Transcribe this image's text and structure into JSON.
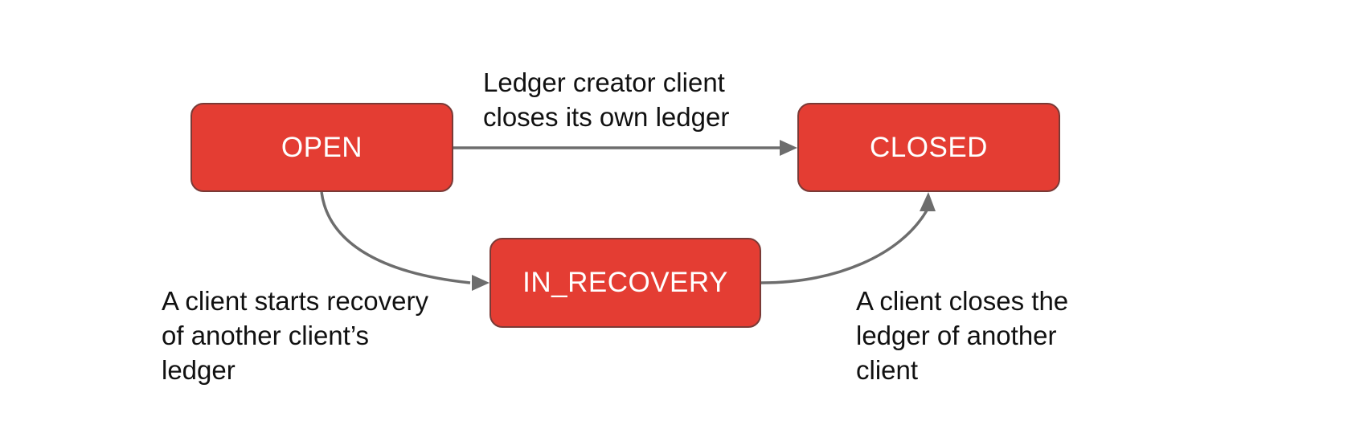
{
  "diagram": {
    "colors": {
      "node_fill": "#e43d33",
      "edge": "#6d6d6d",
      "text": "#111111"
    },
    "nodes": {
      "open": "OPEN",
      "closed": "CLOSED",
      "in_recovery": "IN_RECOVERY"
    },
    "edges": [
      {
        "from": "OPEN",
        "to": "CLOSED",
        "label": "Ledger creator client\ncloses its own ledger"
      },
      {
        "from": "OPEN",
        "to": "IN_RECOVERY",
        "label": "A client starts recovery\nof another client’s\nledger"
      },
      {
        "from": "IN_RECOVERY",
        "to": "CLOSED",
        "label": "A client closes the\nledger of another\nclient"
      }
    ]
  }
}
